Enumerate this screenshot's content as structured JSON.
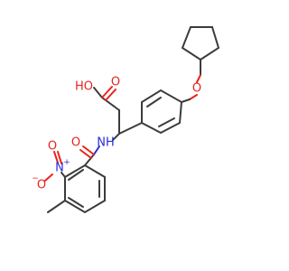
{
  "atoms": {
    "hydroxyl": "HO",
    "carbonyl_acid": "O",
    "ether_oxygen": "O",
    "amide_nitrogen": "NH",
    "amide_oxygen": "O",
    "nitro_nitrogen": "N",
    "nitro_n_charge": "+",
    "nitro_oxygen_minus": "O",
    "nitro_o_charge": "−",
    "nitro_oxygen": "O"
  },
  "colors": {
    "bond": "#3c3c3c",
    "oxygen": "#e8231c",
    "nitrogen": "#2a2ed6",
    "background": "#ffffff"
  }
}
